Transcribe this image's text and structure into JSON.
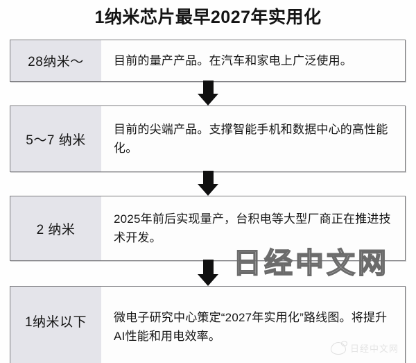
{
  "title": "1纳米芯片最早2027年实用化",
  "watermarks": {
    "large": "日经中文网",
    "small": "日经中文网",
    "small_icon": "weibo-icon"
  },
  "rows": [
    {
      "label": "28纳米～",
      "text": "目前的量产产品。在汽车和家电上广泛使用。"
    },
    {
      "label": "5～7 纳米",
      "text": "目前的尖端产品。支撑智能手机和数据中心的高性能化。"
    },
    {
      "label": "2 纳米",
      "text": "2025年前后实现量产，台积电等大型厂商正在推进技术开发。"
    },
    {
      "label": "1纳米以下",
      "text": "微电子研究中心策定“2027年实用化”路线图。将提升AI性能和用电效率。"
    }
  ],
  "arrows": [
    {
      "name": "down-arrow-1"
    },
    {
      "name": "down-arrow-2"
    },
    {
      "name": "down-arrow-3"
    }
  ],
  "colors": {
    "label_bg": "#e4e4ea",
    "text_bg": "#fdfdfd",
    "border": "#7c7c80",
    "arrow": "#101010",
    "title_text": "#141414"
  }
}
